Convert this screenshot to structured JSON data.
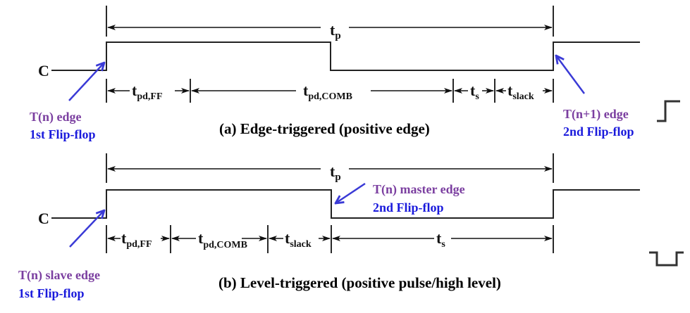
{
  "diagram_a": {
    "signal_label": "C",
    "period": {
      "main": "t",
      "sub": "p"
    },
    "segments": [
      {
        "main": "t",
        "sub": "pd,FF"
      },
      {
        "main": "t",
        "sub": "pd,COMB"
      },
      {
        "main": "t",
        "sub": "s"
      },
      {
        "main": "t",
        "sub": "slack"
      }
    ],
    "left_annotation": {
      "edge": "T(n) edge",
      "flipflop": "1st Flip-flop"
    },
    "right_annotation": {
      "edge": "T(n+1) edge",
      "flipflop": "2nd Flip-flop"
    },
    "caption": "(a) Edge-triggered (positive edge)",
    "icon": "rising-edge-icon"
  },
  "diagram_b": {
    "signal_label": "C",
    "period": {
      "main": "t",
      "sub": "p"
    },
    "segments": [
      {
        "main": "t",
        "sub": "pd,FF"
      },
      {
        "main": "t",
        "sub": "pd,COMB"
      },
      {
        "main": "t",
        "sub": "slack"
      },
      {
        "main": "t",
        "sub": "s"
      }
    ],
    "left_annotation": {
      "edge": "T(n) slave edge",
      "flipflop": "1st Flip-flop"
    },
    "mid_annotation": {
      "edge": "T(n) master edge",
      "flipflop": "2nd Flip-flop"
    },
    "caption": "(b) Level-triggered (positive pulse/high level)",
    "icon": "negative-pulse-icon"
  },
  "colors": {
    "edge_label": "#7b3fa0",
    "flipflop_label": "#1a1adc",
    "pointer": "#3a3ad6"
  }
}
